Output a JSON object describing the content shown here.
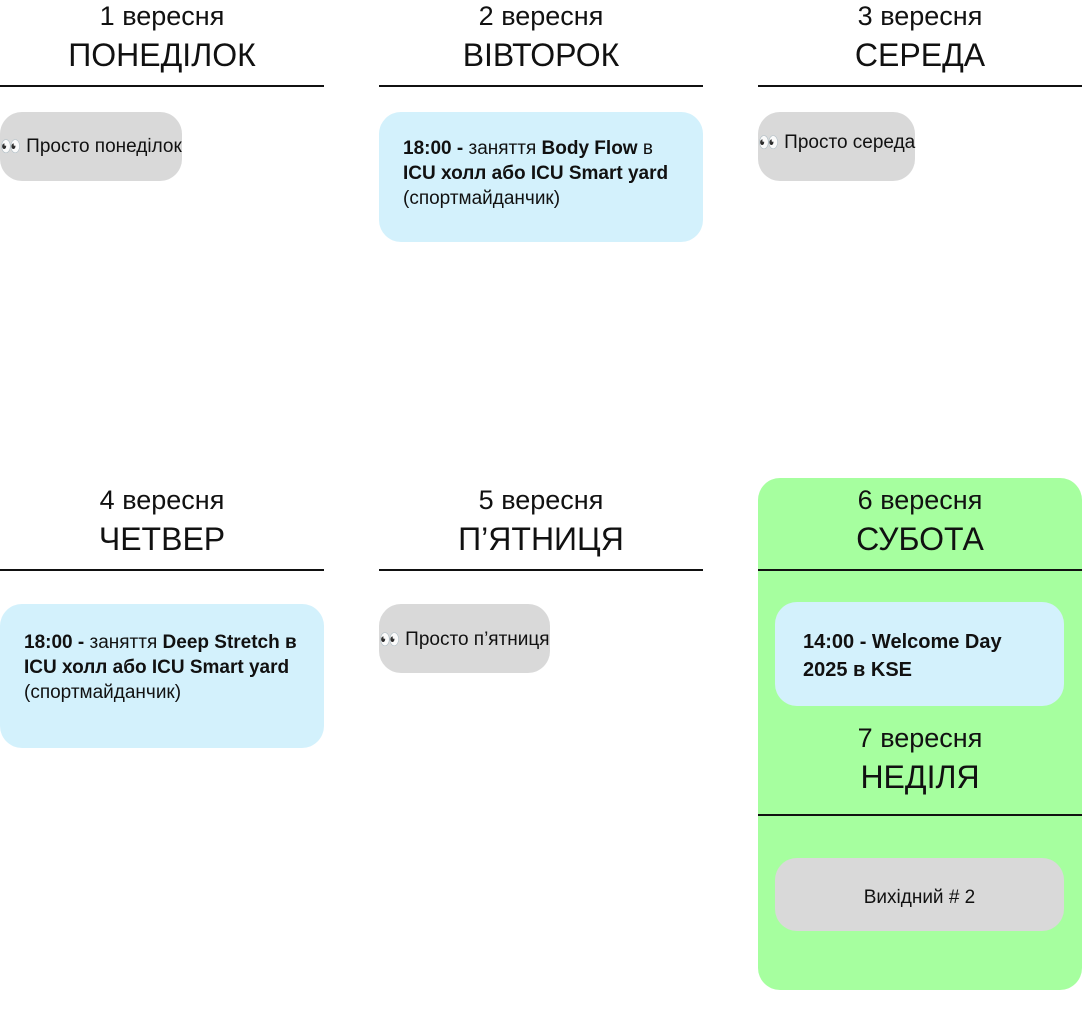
{
  "days": [
    {
      "date": "1 вересня",
      "weekday": "ПОНЕДІЛОК",
      "note": "Просто понеділок",
      "icon": "eyes-icon"
    },
    {
      "date": "2 вересня",
      "weekday": "ВІВТОРОК",
      "event": {
        "time": "18:00",
        "sep": " - ",
        "prefix": "заняття ",
        "title": "Body Flow",
        "mid": " в ",
        "place": "ICU холл або ICU Smart yard",
        "suffix": "  (спортмайданчик)"
      }
    },
    {
      "date": "3 вересня",
      "weekday": "СЕРЕДА",
      "note": "Просто середа",
      "icon": "eyes-icon"
    },
    {
      "date": "4 вересня",
      "weekday": "ЧЕТВЕР",
      "event": {
        "time": "18:00",
        "sep": " - ",
        "prefix": "заняття ",
        "title": "Deep Stretch в ICU холл або ICU Smart yard",
        "suffix": " (спортмайданчик)"
      }
    },
    {
      "date": "5 вересня",
      "weekday": "П’ЯТНИЦЯ",
      "note": "Просто п’ятниця",
      "icon": "eyes-icon"
    },
    {
      "date": "6 вересня",
      "weekday": "СУБОТА",
      "event": {
        "text": "14:00 - Welcome Day 2025 в KSE"
      }
    },
    {
      "date": "7 вересня",
      "weekday": "НЕДІЛЯ",
      "note": "Вихідний # 2"
    }
  ],
  "colors": {
    "event_bg": "#d3f1fc",
    "note_bg": "#d9d9d9",
    "weekend_bg": "#a6ff9f"
  }
}
